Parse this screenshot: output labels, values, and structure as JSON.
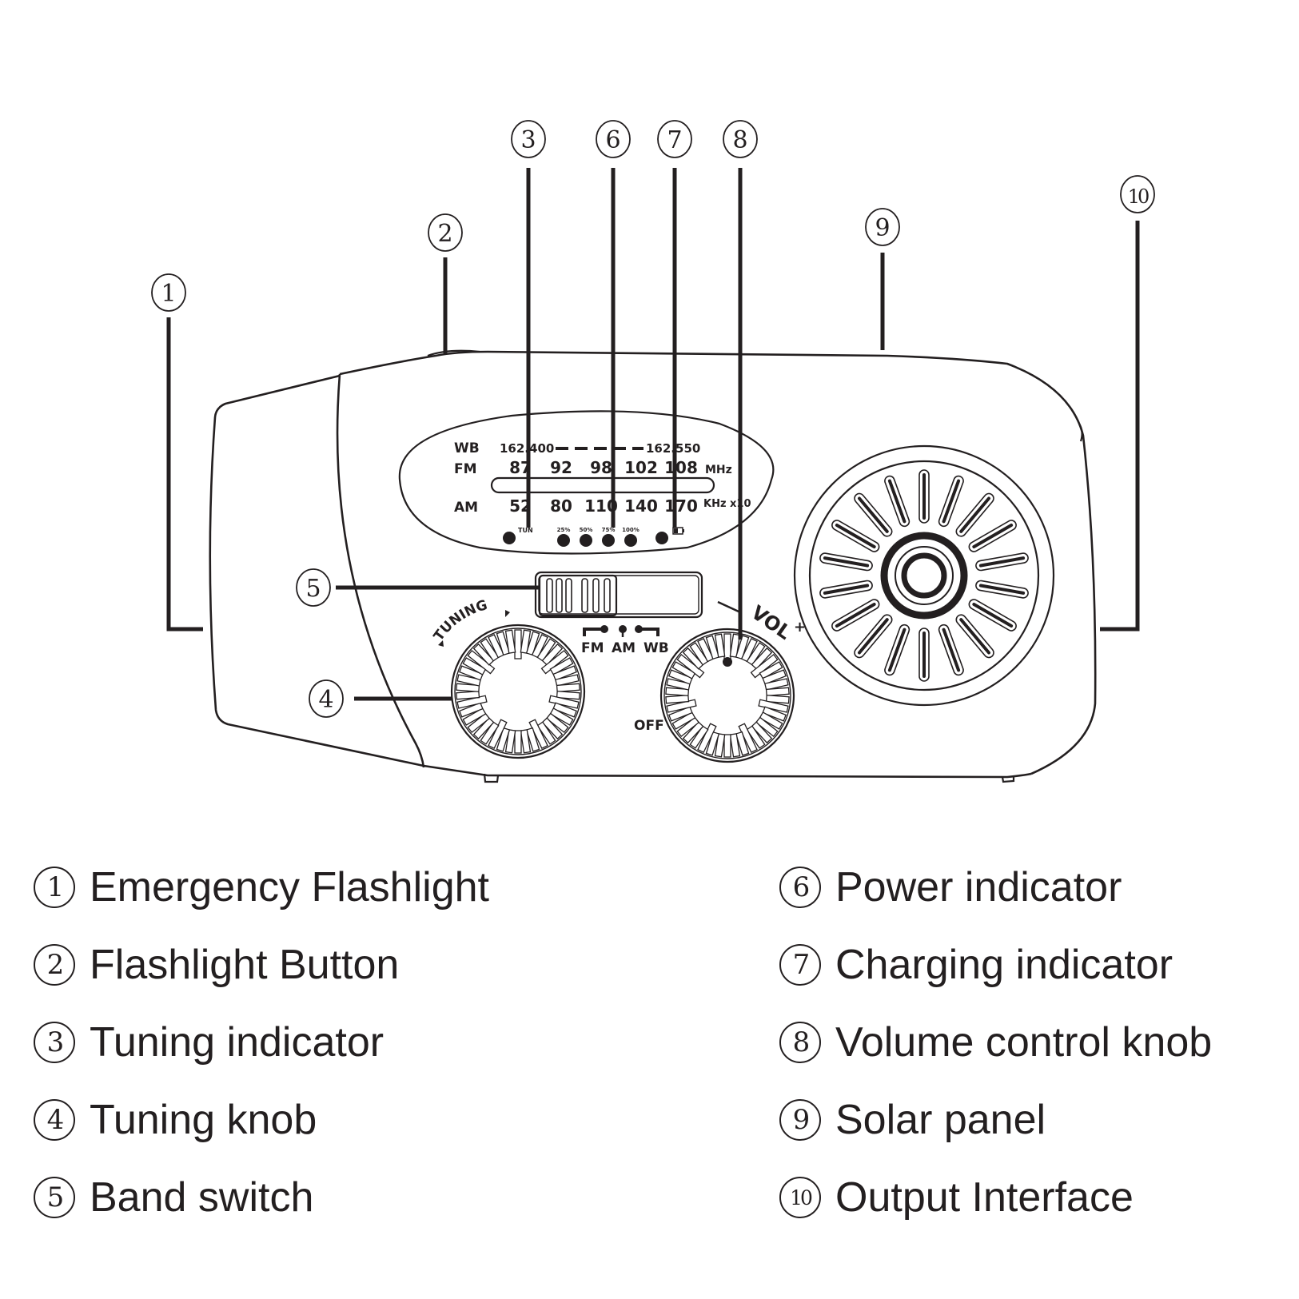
{
  "diagram": {
    "title_device": "Emergency hand-crank radio",
    "callouts": [
      {
        "num": "1",
        "glyph": "①",
        "label": "Emergency Flashlight"
      },
      {
        "num": "2",
        "glyph": "②",
        "label": "Flashlight Button"
      },
      {
        "num": "3",
        "glyph": "③",
        "label": "Tuning indicator"
      },
      {
        "num": "4",
        "glyph": "④",
        "label": "Tuning knob"
      },
      {
        "num": "5",
        "glyph": "⑤",
        "label": "Band switch"
      },
      {
        "num": "6",
        "glyph": "⑥",
        "label": "Power indicator"
      },
      {
        "num": "7",
        "glyph": "⑦",
        "label": "Charging indicator"
      },
      {
        "num": "8",
        "glyph": "⑧",
        "label": "Volume control knob"
      },
      {
        "num": "9",
        "glyph": "⑨",
        "label": "Solar panel"
      },
      {
        "num": "10",
        "glyph": "⑩",
        "label": "Output Interface"
      }
    ],
    "dial": {
      "wb": {
        "label": "WB",
        "start": "162.400",
        "end": "162.550"
      },
      "fm": {
        "label": "FM",
        "values": [
          "87",
          "92",
          "98",
          "102",
          "108"
        ],
        "unit": "MHz"
      },
      "am": {
        "label": "AM",
        "values": [
          "52",
          "80",
          "110",
          "140",
          "170"
        ],
        "unit": "KHz x10"
      },
      "indicators": {
        "tuning": "TUN",
        "power_levels": [
          "25%",
          "50%",
          "75%",
          "100%"
        ],
        "charging_icon": "battery-icon"
      }
    },
    "band_switch": {
      "positions": [
        "FM",
        "AM",
        "WB"
      ],
      "selected": "FM"
    },
    "tuning_knob": {
      "label": "TUNING"
    },
    "volume_knob": {
      "label": "VOL",
      "plus": "+",
      "minus": "−",
      "off_label": "OFF"
    },
    "speaker": {
      "icon": "speaker-grille-icon"
    }
  },
  "legend": {
    "left": [
      {
        "glyph": "①",
        "label": "Emergency Flashlight"
      },
      {
        "glyph": "②",
        "label": "Flashlight Button"
      },
      {
        "glyph": "③",
        "label": "Tuning indicator"
      },
      {
        "glyph": "④",
        "label": "Tuning knob"
      },
      {
        "glyph": "⑤",
        "label": "Band switch"
      }
    ],
    "right": [
      {
        "glyph": "⑥",
        "label": "Power indicator"
      },
      {
        "glyph": "⑦",
        "label": "Charging indicator"
      },
      {
        "glyph": "⑧",
        "label": "Volume control knob"
      },
      {
        "glyph": "⑨",
        "label": "Solar panel"
      },
      {
        "glyph": "⑩",
        "label": "Output Interface"
      }
    ]
  }
}
